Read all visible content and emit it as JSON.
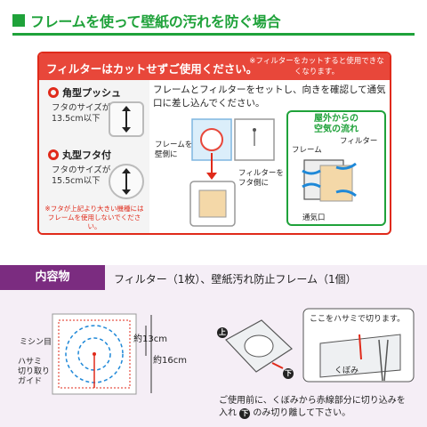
{
  "header": {
    "title": "フレームを使って壁紙の汚れを防ぐ場合"
  },
  "panel": {
    "banner_main": "フィルターはカットせずご使用ください。",
    "banner_note": "※フィルターをカットすると使用できなくなります。",
    "types": [
      {
        "name": "角型プッシュ",
        "size_label": "フタのサイズが",
        "size_value": "13.5cm以下"
      },
      {
        "name": "丸型フタ付",
        "size_label": "フタのサイズが",
        "size_value": "15.5cm以下"
      }
    ],
    "warning": "※フタが上記より大きい機種にはフレームを使用しないでください。",
    "instruction": "フレームとフィルターをセットし、向きを確認して通気口に差し込んでください。",
    "labels": {
      "frame_wall": "フレームを\n壁側に",
      "filter_lid": "フィルターを\nフタ側に"
    },
    "flow": {
      "title": "屋外からの\n空気の流れ",
      "filter": "フィルター",
      "frame": "フレーム",
      "vent": "通気口"
    }
  },
  "contents": {
    "tag": "内容物",
    "items": "フィルター（1枚）、壁紙汚れ防止フレーム（1個）"
  },
  "diagram": {
    "perforation": "ミシン目",
    "scissors_guide": "ハサミ\n切り取り\nガイド",
    "dim_inner": "約13cm",
    "dim_outer": "約16cm",
    "up_mark": "上",
    "down_mark": "下",
    "cut_here": "ここをハサミで切ります。",
    "notch": "くぼみ"
  },
  "cut_note": {
    "line1": "ご使用前に、くぼみから赤線部分に切り込みを",
    "line2_a": "入れ",
    "badge": "下",
    "line2_b": "のみ切り離して下さい。"
  },
  "colors": {
    "green": "#1fa23a",
    "red": "#e02a1a",
    "purple": "#7b2c80",
    "blue": "#1e88d8"
  }
}
